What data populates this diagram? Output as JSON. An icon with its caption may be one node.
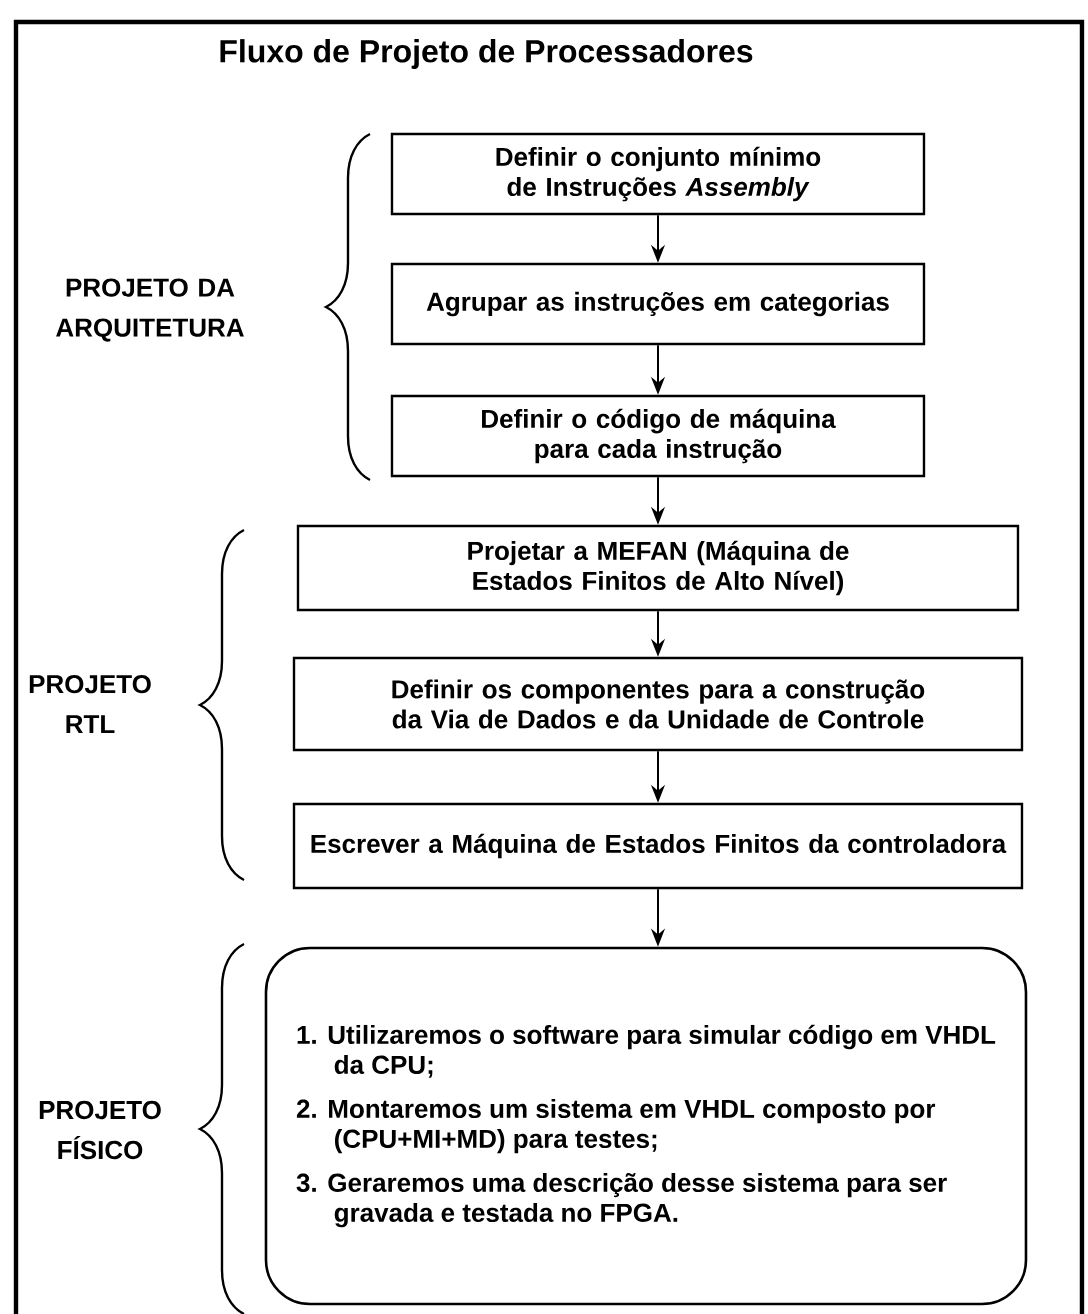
{
  "diagram": {
    "title": "Fluxo de Projeto de Processadores",
    "nodes": [
      {
        "text": [
          "Definir o conjunto mínimo de Instruções *Assembly*"
        ]
      },
      {
        "text": [
          "Agrupar as instruções em categorias"
        ]
      },
      {
        "text": [
          "Definir o código de máquina para cada instrução"
        ]
      },
      {
        "text": [
          "Projetar a MEFAN (Máquina de Estados Finitos de Alto Nível)"
        ]
      },
      {
        "text": [
          "Definir os componentes para a construção da Via de Dados e da Unidade de Controle"
        ]
      },
      {
        "text": [
          "Escrever a Máquina de Estados Finitos da controladora"
        ]
      },
      {
        "text": [
          "1. Utilizaremos o software para simular código em VHDL da CPU;",
          "2. Montaremos um sistema em VHDL composto por (CPU+MI+MD) para testes;",
          "3. Geraremos uma descrição desse sistema para ser gravada e testada no FPGA."
        ]
      }
    ],
    "edges": [
      {
        "from": 0,
        "to": 1,
        "arrow": "to"
      },
      {
        "from": 1,
        "to": 2,
        "arrow": "to"
      },
      {
        "from": 2,
        "to": 3,
        "arrow": "to"
      },
      {
        "from": 3,
        "to": 4,
        "arrow": "to"
      },
      {
        "from": 4,
        "to": 5,
        "arrow": "to"
      },
      {
        "from": 5,
        "to": 6,
        "arrow": "to"
      }
    ],
    "labels": [
      "PROJETO DA ARQUITETURA",
      "PROJETO RTL",
      "PROJETO FÍSICO"
    ]
  }
}
